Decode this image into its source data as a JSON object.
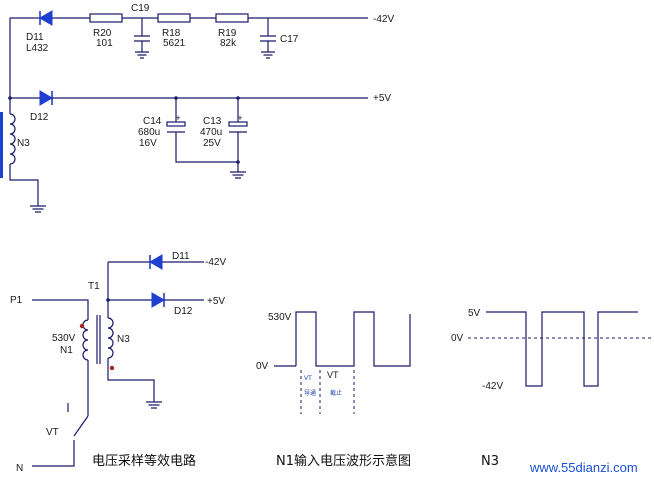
{
  "top": {
    "rails": {
      "neg": "-42V",
      "pos": "+5V"
    },
    "d11": {
      "name": "D11",
      "part": "L432"
    },
    "d12": {
      "name": "D12"
    },
    "r20": {
      "name": "R20",
      "value": "101"
    },
    "c19": {
      "name": "C19"
    },
    "r18": {
      "name": "R18",
      "value": "5621"
    },
    "r19": {
      "name": "R19",
      "value": "82k"
    },
    "c17": {
      "name": "C17"
    },
    "c14": {
      "name": "C14",
      "cap": "680u",
      "volt": "16V"
    },
    "c13": {
      "name": "C13",
      "cap": "470u",
      "volt": "25V"
    },
    "n3": {
      "name": "N3"
    }
  },
  "equiv": {
    "p1": "P1",
    "n": "N",
    "t1": "T1",
    "n1_volt": "530V",
    "n1": "N1",
    "n3": "N3",
    "vt": "VT",
    "d11": "D11",
    "d12": "D12",
    "neg": "-42V",
    "pos": "+5V",
    "caption": "电压采样等效电路"
  },
  "wave1": {
    "high": "530V",
    "zero": "0V",
    "vt_on": "VT",
    "vt_on_text": "导通",
    "vt_off": "VT",
    "vt_off_text": "截止",
    "caption": "N1输入电压波形示意图"
  },
  "wave2": {
    "high": "5V",
    "zero": "0V",
    "low": "-42V",
    "caption": "N3"
  },
  "watermark": "www.55dianzi.com"
}
